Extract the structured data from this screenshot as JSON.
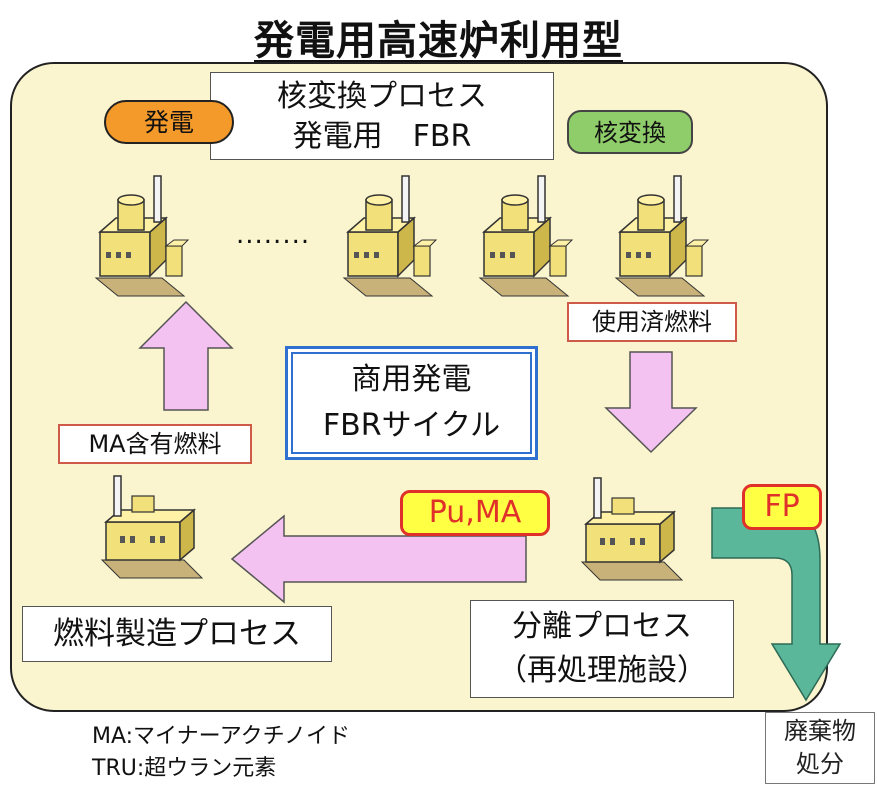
{
  "title": "発電用高速炉利用型",
  "top_box": {
    "line1": "核変換プロセス",
    "line2": "発電用　FBR"
  },
  "badges": {
    "generation": "発電",
    "transmutation": "核変換"
  },
  "dots": "........",
  "labels": {
    "spent_fuel": "使用済燃料",
    "ma_fuel": "MA含有燃料"
  },
  "center": {
    "line1": "商用発電",
    "line2": "FBRサイクル"
  },
  "tags": {
    "pu_ma": "Pu,MA",
    "fp": "FP"
  },
  "fuel_process": "燃料製造プロセス",
  "separation": {
    "line1": "分離プロセス",
    "line2": "（再処理施設）"
  },
  "waste": {
    "line1": "廃棄物",
    "line2": "処分"
  },
  "legend": {
    "ma": "MA:マイナーアクチノイド",
    "tru": "TRU:超ウラン元素"
  },
  "colors": {
    "panel": "#fbf5cf",
    "arrow_pink": "#f3c2f0",
    "arrow_green": "#5bb79a",
    "plant": "#f2e07a",
    "tag_yellow": "#ffff44",
    "tag_red": "#e0302a"
  }
}
